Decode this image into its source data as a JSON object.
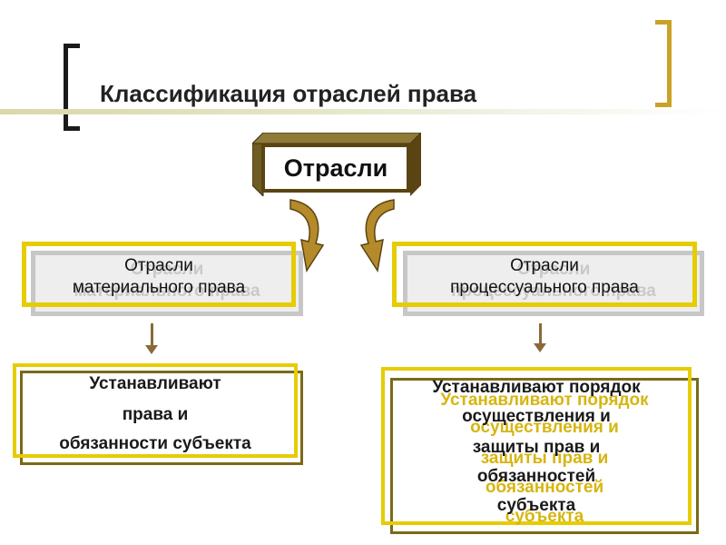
{
  "title": "Классификация отраслей права",
  "root": {
    "label": "Отрасли"
  },
  "left_branch": {
    "label_line1": "Отрасли",
    "label_line2": "материального права",
    "result_line1": "Устанавливают",
    "result_line2": "права и",
    "result_line3": "обязанности субъекта"
  },
  "right_branch": {
    "label_line1": "Отрасли",
    "label_line2": "процессуального права",
    "result_line1": "Устанавливают порядок",
    "result_line2": "осуществления и",
    "result_line3": "защиты прав и",
    "result_line4": "обязанностей",
    "result_line5": "субъекта"
  },
  "colors": {
    "accent_gold": "#e6cc00",
    "frame_brown": "#5a4413",
    "arrow_brown": "#8a6a3a",
    "bracket_dark": "#1a1a1a",
    "bracket_gold": "#c9a227"
  },
  "icons": [
    "curved-arrow-left-icon",
    "curved-arrow-right-icon"
  ]
}
